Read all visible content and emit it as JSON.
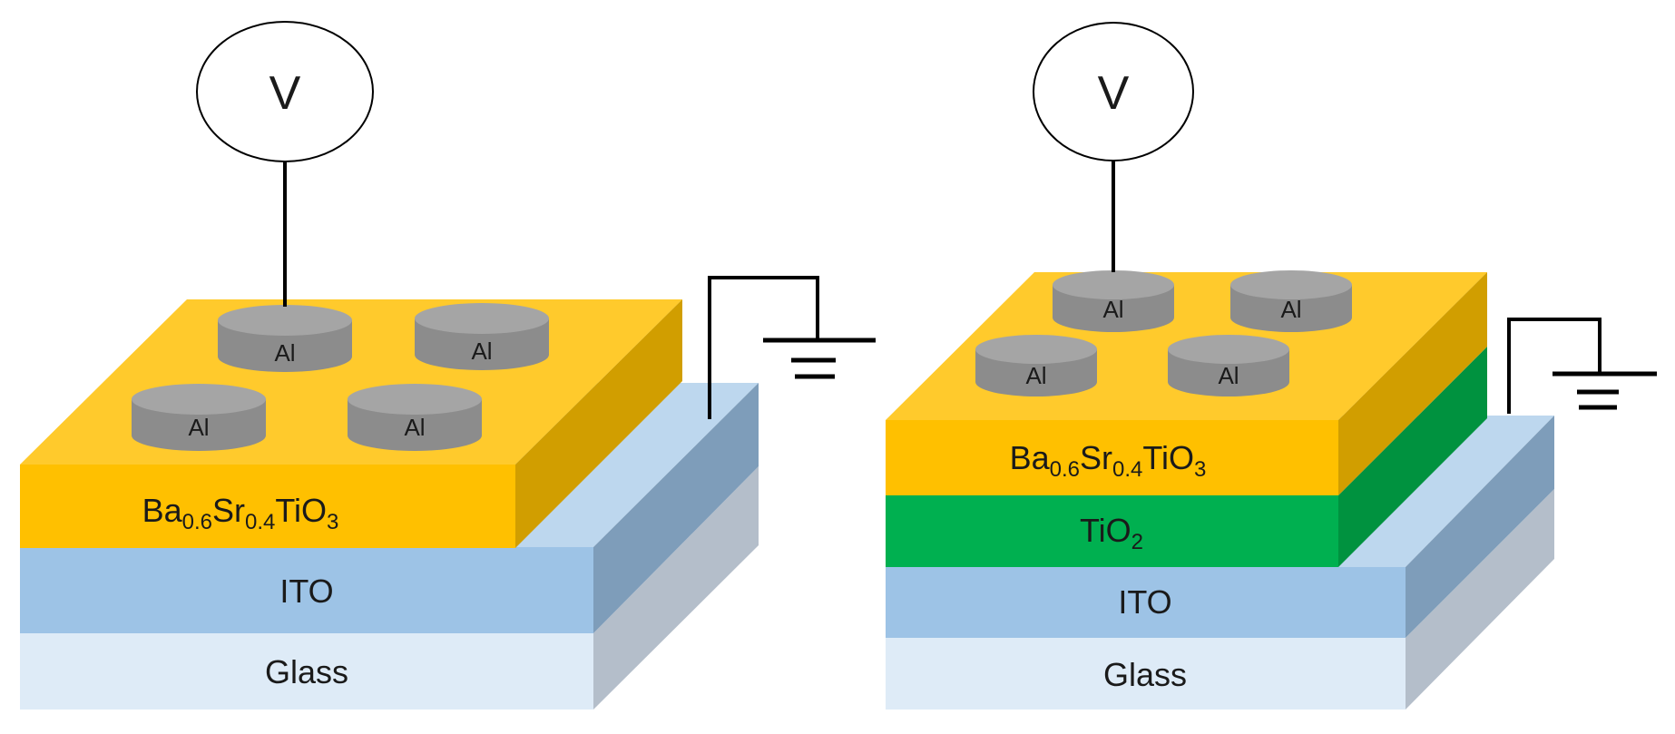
{
  "left_device": {
    "voltmeter": "V",
    "film": {
      "base": "Ba",
      "s1": "0.6",
      "mid": "Sr",
      "s2": "0.4",
      "end": "TiO",
      "s3": "3"
    },
    "ito": "ITO",
    "glass": "Glass",
    "electrodes": [
      "Al",
      "Al",
      "Al",
      "Al"
    ]
  },
  "right_device": {
    "voltmeter": "V",
    "film": {
      "base": "Ba",
      "s1": "0.6",
      "mid": "Sr",
      "s2": "0.4",
      "end": "TiO",
      "s3": "3"
    },
    "tio2": {
      "base": "TiO",
      "s1": "2"
    },
    "ito": "ITO",
    "glass": "Glass",
    "electrodes": [
      "Al",
      "Al",
      "Al",
      "Al"
    ]
  },
  "colors": {
    "film_front": "#FFC000",
    "film_top": "#FFCA2C",
    "film_side": "#D19E00",
    "tio2_front": "#00B050",
    "tio2_side": "#00923F",
    "ito_front": "#9DC3E6",
    "ito_top": "#BDD7EE",
    "ito_side": "#7E9DBA",
    "glass_front": "#DEEBF7",
    "glass_side": "#B4BECA",
    "electrode_side": "#8C8C8C",
    "electrode_top": "#A5A5A5"
  }
}
